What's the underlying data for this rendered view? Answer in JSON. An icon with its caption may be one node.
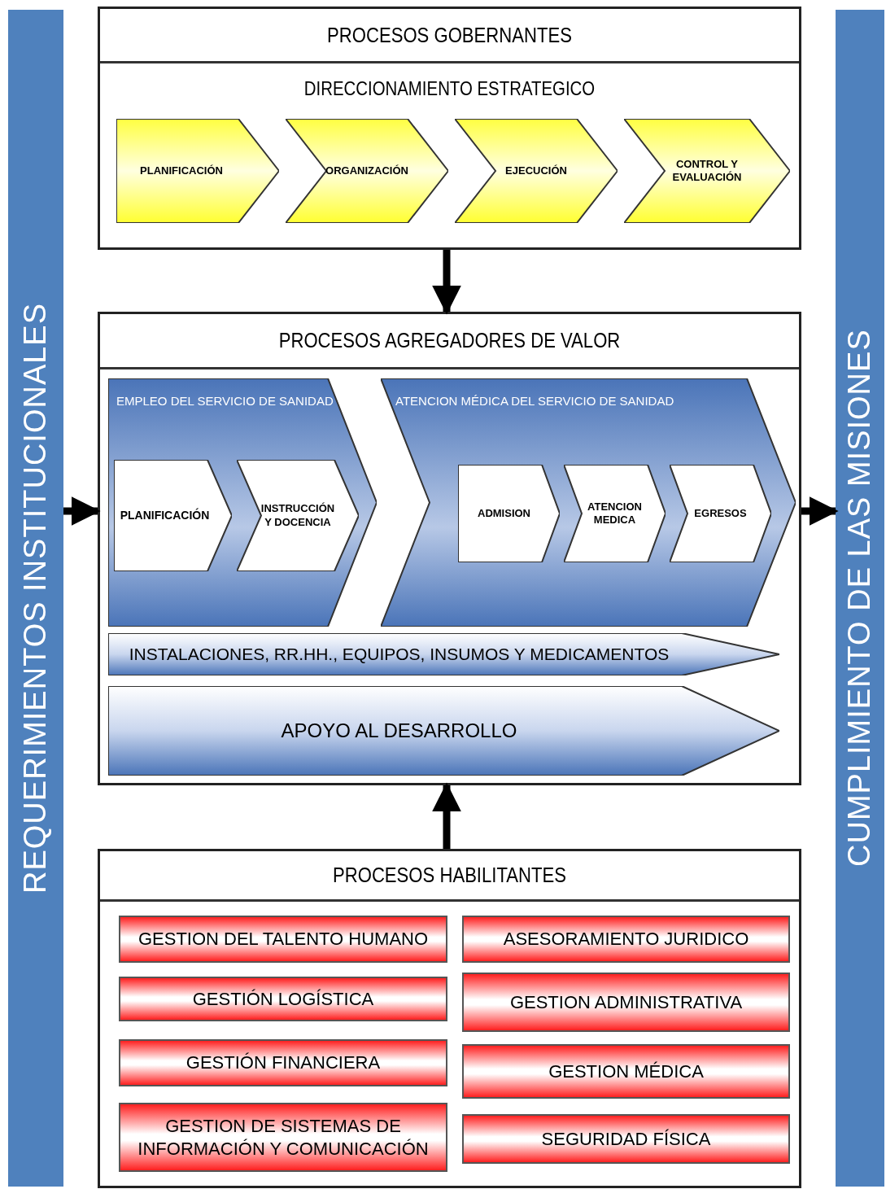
{
  "diagram": {
    "nodes": [
      {
        "text": [
          "REQUERIMIENTOS INSTITUCIONALES"
        ]
      },
      {
        "text": [
          "CUMPLIMIENTO DE LAS MISIONES"
        ]
      },
      {
        "text": [
          "PROCESOS GOBERNANTES",
          "DIRECCIONAMIENTO ESTRATEGICO"
        ]
      },
      {
        "text": [
          "PLANIFICACIÓN"
        ],
        "in": 2
      },
      {
        "text": [
          "ORGANIZACIÓN"
        ],
        "in": 2
      },
      {
        "text": [
          "EJECUCIÓN"
        ],
        "in": 2
      },
      {
        "text": [
          "CONTROL Y EVALUACIÓN"
        ],
        "in": 2
      },
      {
        "text": [
          "PROCESOS AGREGADORES DE VALOR"
        ]
      },
      {
        "text": [
          "EMPLEO DEL SERVICIO DE SANIDAD"
        ],
        "in": 7
      },
      {
        "text": [
          "PLANIFICACIÓN"
        ],
        "in": 8
      },
      {
        "text": [
          "INSTRUCCIÓN Y DOCENCIA"
        ],
        "in": 8
      },
      {
        "text": [
          "ATENCION MÉDICA DEL SERVICIO DE SANIDAD"
        ],
        "in": 7
      },
      {
        "text": [
          "ADMISION"
        ],
        "in": 11
      },
      {
        "text": [
          "ATENCION MEDICA"
        ],
        "in": 11
      },
      {
        "text": [
          "EGRESOS"
        ],
        "in": 11
      },
      {
        "text": [
          "INSTALACIONES, RR.HH., EQUIPOS, INSUMOS Y MEDICAMENTOS"
        ],
        "in": 7
      },
      {
        "text": [
          "APOYO AL DESARROLLO"
        ],
        "in": 7
      },
      {
        "text": [
          "PROCESOS HABILITANTES"
        ]
      },
      {
        "text": [
          "GESTION DEL TALENTO HUMANO"
        ],
        "in": 17
      },
      {
        "text": [
          "ASESORAMIENTO JURIDICO"
        ],
        "in": 17
      },
      {
        "text": [
          "GESTIÓN LOGÍSTICA"
        ],
        "in": 17
      },
      {
        "text": [
          "GESTION ADMINISTRATIVA"
        ],
        "in": 17
      },
      {
        "text": [
          "GESTIÓN FINANCIERA"
        ],
        "in": 17
      },
      {
        "text": [
          "GESTION MÉDICA"
        ],
        "in": 17
      },
      {
        "text": [
          "GESTION DE SISTEMAS DE INFORMACIÓN Y COMUNICACIÓN"
        ],
        "in": 17
      },
      {
        "text": [
          "SEGURIDAD FÍSICA"
        ],
        "in": 17
      }
    ],
    "edges": [
      {
        "from": 2,
        "to": 7,
        "arrow": "to"
      },
      {
        "from": 17,
        "to": 7,
        "arrow": "to"
      },
      {
        "from": 0,
        "to": 7,
        "arrow": "to"
      },
      {
        "from": 7,
        "to": 1,
        "arrow": "to"
      }
    ]
  }
}
